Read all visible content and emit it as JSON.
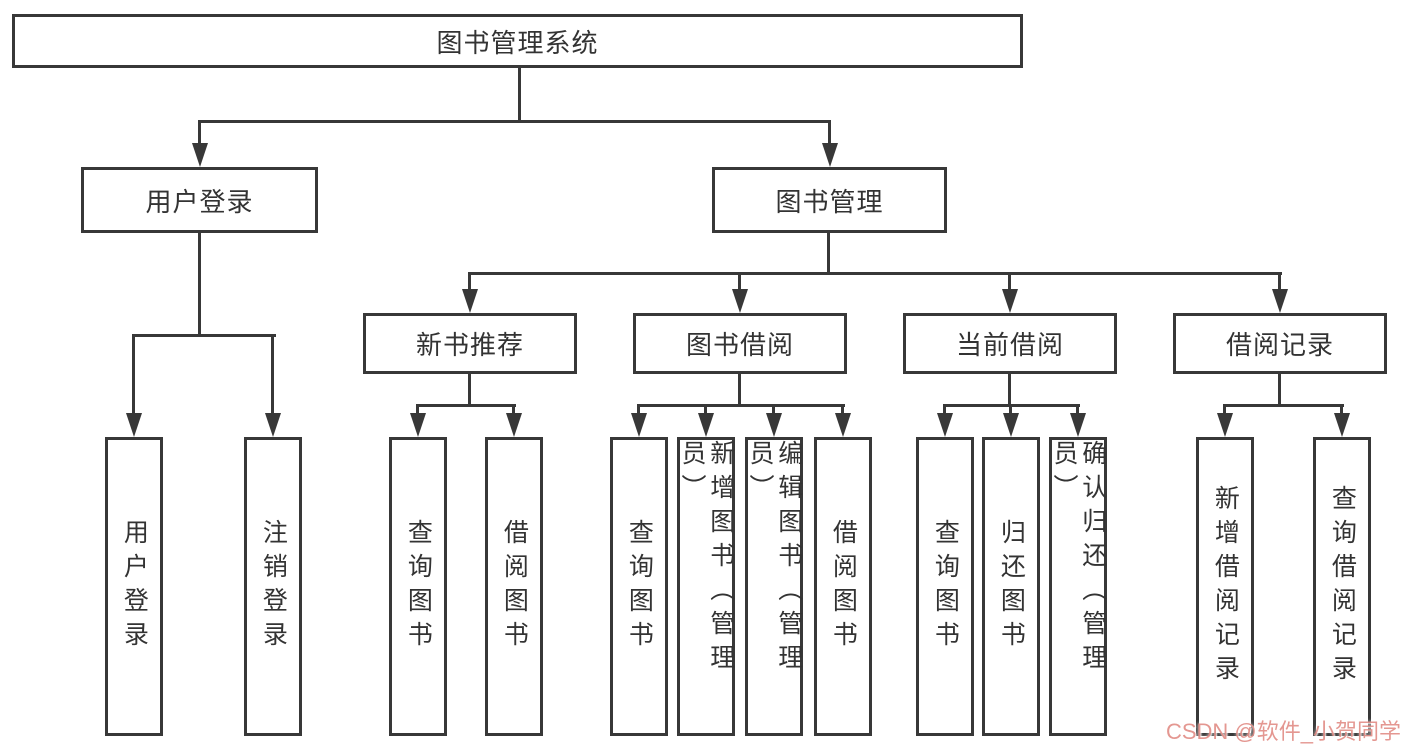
{
  "tree": {
    "root": {
      "label": "图书管理系统"
    },
    "level2": [
      {
        "label": "用户登录"
      },
      {
        "label": "图书管理"
      }
    ],
    "level3": [
      {
        "label": "新书推荐"
      },
      {
        "label": "图书借阅"
      },
      {
        "label": "当前借阅"
      },
      {
        "label": "借阅记录"
      }
    ],
    "leaves": {
      "user_login": [
        {
          "label": "用户登录"
        },
        {
          "label": "注销登录"
        }
      ],
      "new_book": [
        {
          "label": "查询图书"
        },
        {
          "label": "借阅图书"
        }
      ],
      "book_borrow": [
        {
          "label": "查询图书"
        },
        {
          "label": "新增图书（管理员）"
        },
        {
          "label": "编辑图书（管理员）"
        },
        {
          "label": "借阅图书"
        }
      ],
      "current_borrow": [
        {
          "label": "查询图书"
        },
        {
          "label": "归还图书"
        },
        {
          "label": "确认归还（管理员）"
        }
      ],
      "borrow_record": [
        {
          "label": "新增借阅记录"
        },
        {
          "label": "查询借阅记录"
        }
      ]
    }
  },
  "watermark": {
    "text": "CSDN @软件_小贺同学",
    "color": "#e08982"
  },
  "colors": {
    "line": "#383838",
    "text": "#333333",
    "box_bg": "#ffffff",
    "page_bg": "#ffffff"
  }
}
